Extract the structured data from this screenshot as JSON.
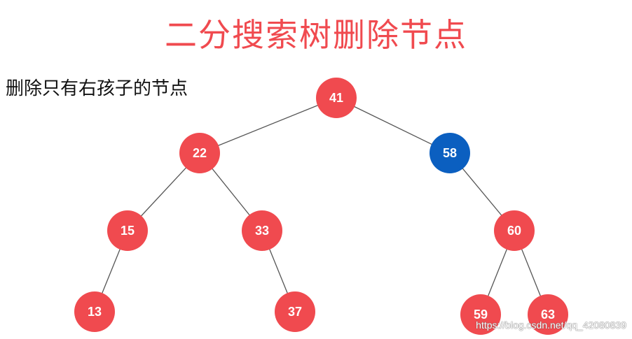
{
  "title": "二分搜索树删除节点",
  "subtitle": "删除只有右孩子的节点",
  "watermark": "https://blog.csdn.net/qq_42080839",
  "colors": {
    "title": "#f04a4f",
    "node": "#f04a4f",
    "highlight_node": "#0b5fc0",
    "edge": "#555555",
    "label": "#ffffff"
  },
  "tree": {
    "nodes": [
      {
        "id": "n41",
        "label": "41"
      },
      {
        "id": "n22",
        "label": "22"
      },
      {
        "id": "n58",
        "label": "58",
        "highlighted": true
      },
      {
        "id": "n15",
        "label": "15"
      },
      {
        "id": "n33",
        "label": "33"
      },
      {
        "id": "n60",
        "label": "60"
      },
      {
        "id": "n13",
        "label": "13"
      },
      {
        "id": "n37",
        "label": "37"
      },
      {
        "id": "n59",
        "label": "59"
      },
      {
        "id": "n63",
        "label": "63"
      }
    ],
    "edges": [
      {
        "from": "n41",
        "to": "n22"
      },
      {
        "from": "n41",
        "to": "n58"
      },
      {
        "from": "n22",
        "to": "n15"
      },
      {
        "from": "n22",
        "to": "n33"
      },
      {
        "from": "n58",
        "to": "n60"
      },
      {
        "from": "n15",
        "to": "n13"
      },
      {
        "from": "n33",
        "to": "n37"
      },
      {
        "from": "n60",
        "to": "n59"
      },
      {
        "from": "n60",
        "to": "n63"
      }
    ]
  }
}
